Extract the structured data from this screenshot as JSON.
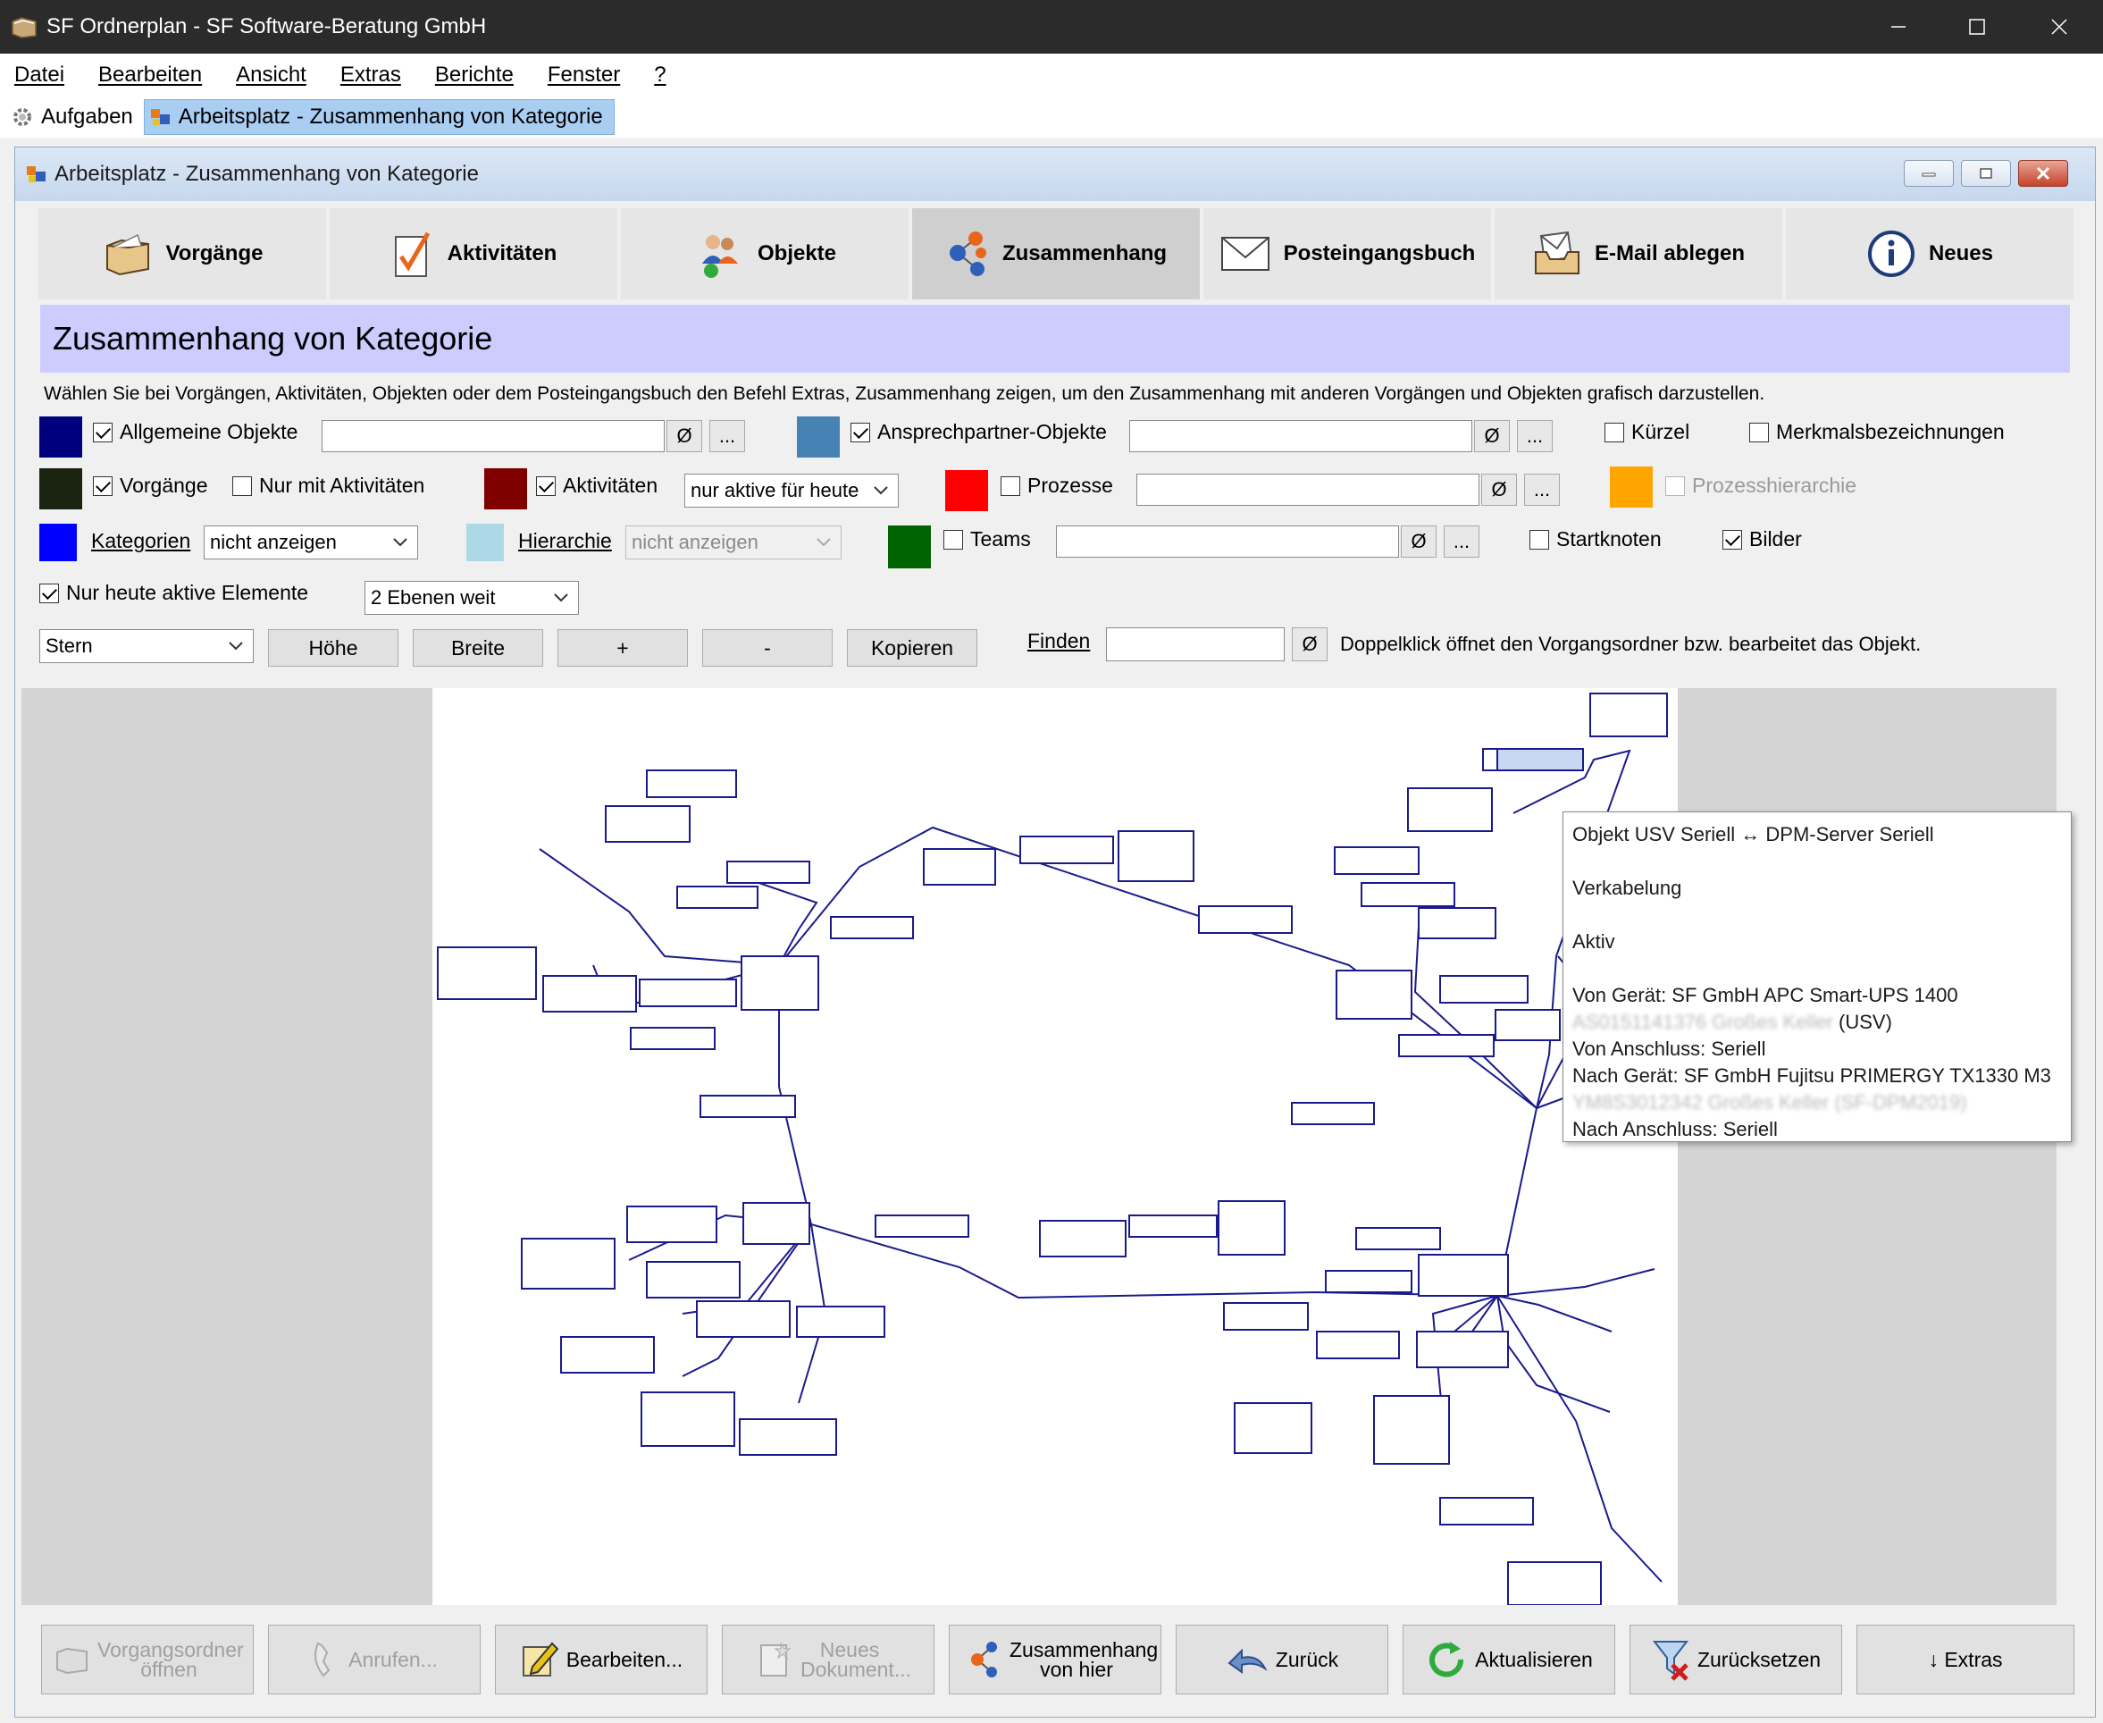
{
  "window": {
    "title": "SF Ordnerplan - SF Software-Beratung GmbH"
  },
  "menu": [
    "Datei",
    "Bearbeiten",
    "Ansicht",
    "Extras",
    "Berichte",
    "Fenster",
    "?"
  ],
  "taskstrip": {
    "tasks_label": "Aufgaben",
    "active_label": "Arbeitsplatz - Zusammenhang von Kategorie"
  },
  "mdi": {
    "title": "Arbeitsplatz - Zusammenhang von Kategorie"
  },
  "tabs": [
    {
      "label": "Vorgänge",
      "icon": "folder-icon"
    },
    {
      "label": "Aktivitäten",
      "icon": "checkmark-icon"
    },
    {
      "label": "Objekte",
      "icon": "objects-icon"
    },
    {
      "label": "Zusammenhang",
      "icon": "network-icon",
      "active": true
    },
    {
      "label": "Posteingangsbuch",
      "icon": "envelope-icon"
    },
    {
      "label": "E-Mail ablegen",
      "icon": "mail-tray-icon"
    },
    {
      "label": "Neues",
      "icon": "info-icon"
    }
  ],
  "heading": "Zusammenhang von Kategorie",
  "hint": "Wählen Sie bei Vorgängen, Aktivitäten, Objekten oder dem Posteingangsbuch den Befehl Extras, Zusammenhang zeigen, um den Zusammenhang mit anderen Vorgängen und Objekten grafisch darzustellen.",
  "colors": {
    "allgemeine": "#00007f",
    "ansprechpartner": "#4682b4",
    "vorgaenge": "#1b2410",
    "aktivitaeten": "#800000",
    "prozesse": "#ff0000",
    "prozesshierarchie": "#ffa500",
    "kategorien": "#0000ff",
    "hierarchie": "#add8e6",
    "teams": "#006400",
    "header_bg": "#ccccff",
    "node_border": "#1a1a8c"
  },
  "options": {
    "allgemeine_objekte": "Allgemeine Objekte",
    "ansprechpartner_objekte": "Ansprechpartner-Objekte",
    "kuerzel": "Kürzel",
    "merkmalsbezeichnungen": "Merkmalsbezeichnungen",
    "vorgaenge": "Vorgänge",
    "nur_mit_aktivitaeten": "Nur mit Aktivitäten",
    "aktivitaeten": "Aktivitäten",
    "aktivitaeten_filter": "nur aktive für heute",
    "prozesse": "Prozesse",
    "prozesshierarchie": "Prozesshierarchie",
    "kategorien": "Kategorien",
    "kategorien_value": "nicht anzeigen",
    "hierarchie": "Hierarchie",
    "hierarchie_value": "nicht anzeigen",
    "teams": "Teams",
    "startknoten": "Startknoten",
    "bilder": "Bilder",
    "nur_heute": "Nur heute aktive Elemente",
    "ebenen": "2 Ebenen weit",
    "clear_symbol": "Ø",
    "more_symbol": "..."
  },
  "toolbar": {
    "layout": "Stern",
    "hoehe": "Höhe",
    "breite": "Breite",
    "plus": "+",
    "minus": "-",
    "kopieren": "Kopieren",
    "finden": "Finden",
    "finden_hint": "Doppelklick öffnet den Vorgangsordner bzw. bearbeitet das Objekt."
  },
  "tooltip": {
    "line1": "Objekt USV Seriell ↔ DPM-Server Seriell",
    "line2": "Verkabelung",
    "line3": "Aktiv",
    "line4": "Von Gerät: SF GmbH APC Smart-UPS 1400",
    "line5_blur": "AS0151141376 Großes Keller",
    "line5_tail": "(USV)",
    "line6": "Von Anschluss: Seriell",
    "line7": "Nach Gerät: SF GmbH Fujitsu PRIMERGY TX1330 M3",
    "line8_blur": "YM8S3012342 Großes Keller (SF-DPM2019)",
    "line9": "Nach Anschluss: Seriell"
  },
  "bottom": {
    "vorgangsordner": "Vorgangsordner öffnen",
    "anrufen": "Anrufen...",
    "bearbeiten": "Bearbeiten...",
    "neues_dokument": "Neues Dokument...",
    "zusammenhang": "Zusammenhang von hier",
    "zurueck": "Zurück",
    "aktualisieren": "Aktualisieren",
    "zuruecksetzen": "Zurücksetzen",
    "extras": "↓ Extras"
  }
}
